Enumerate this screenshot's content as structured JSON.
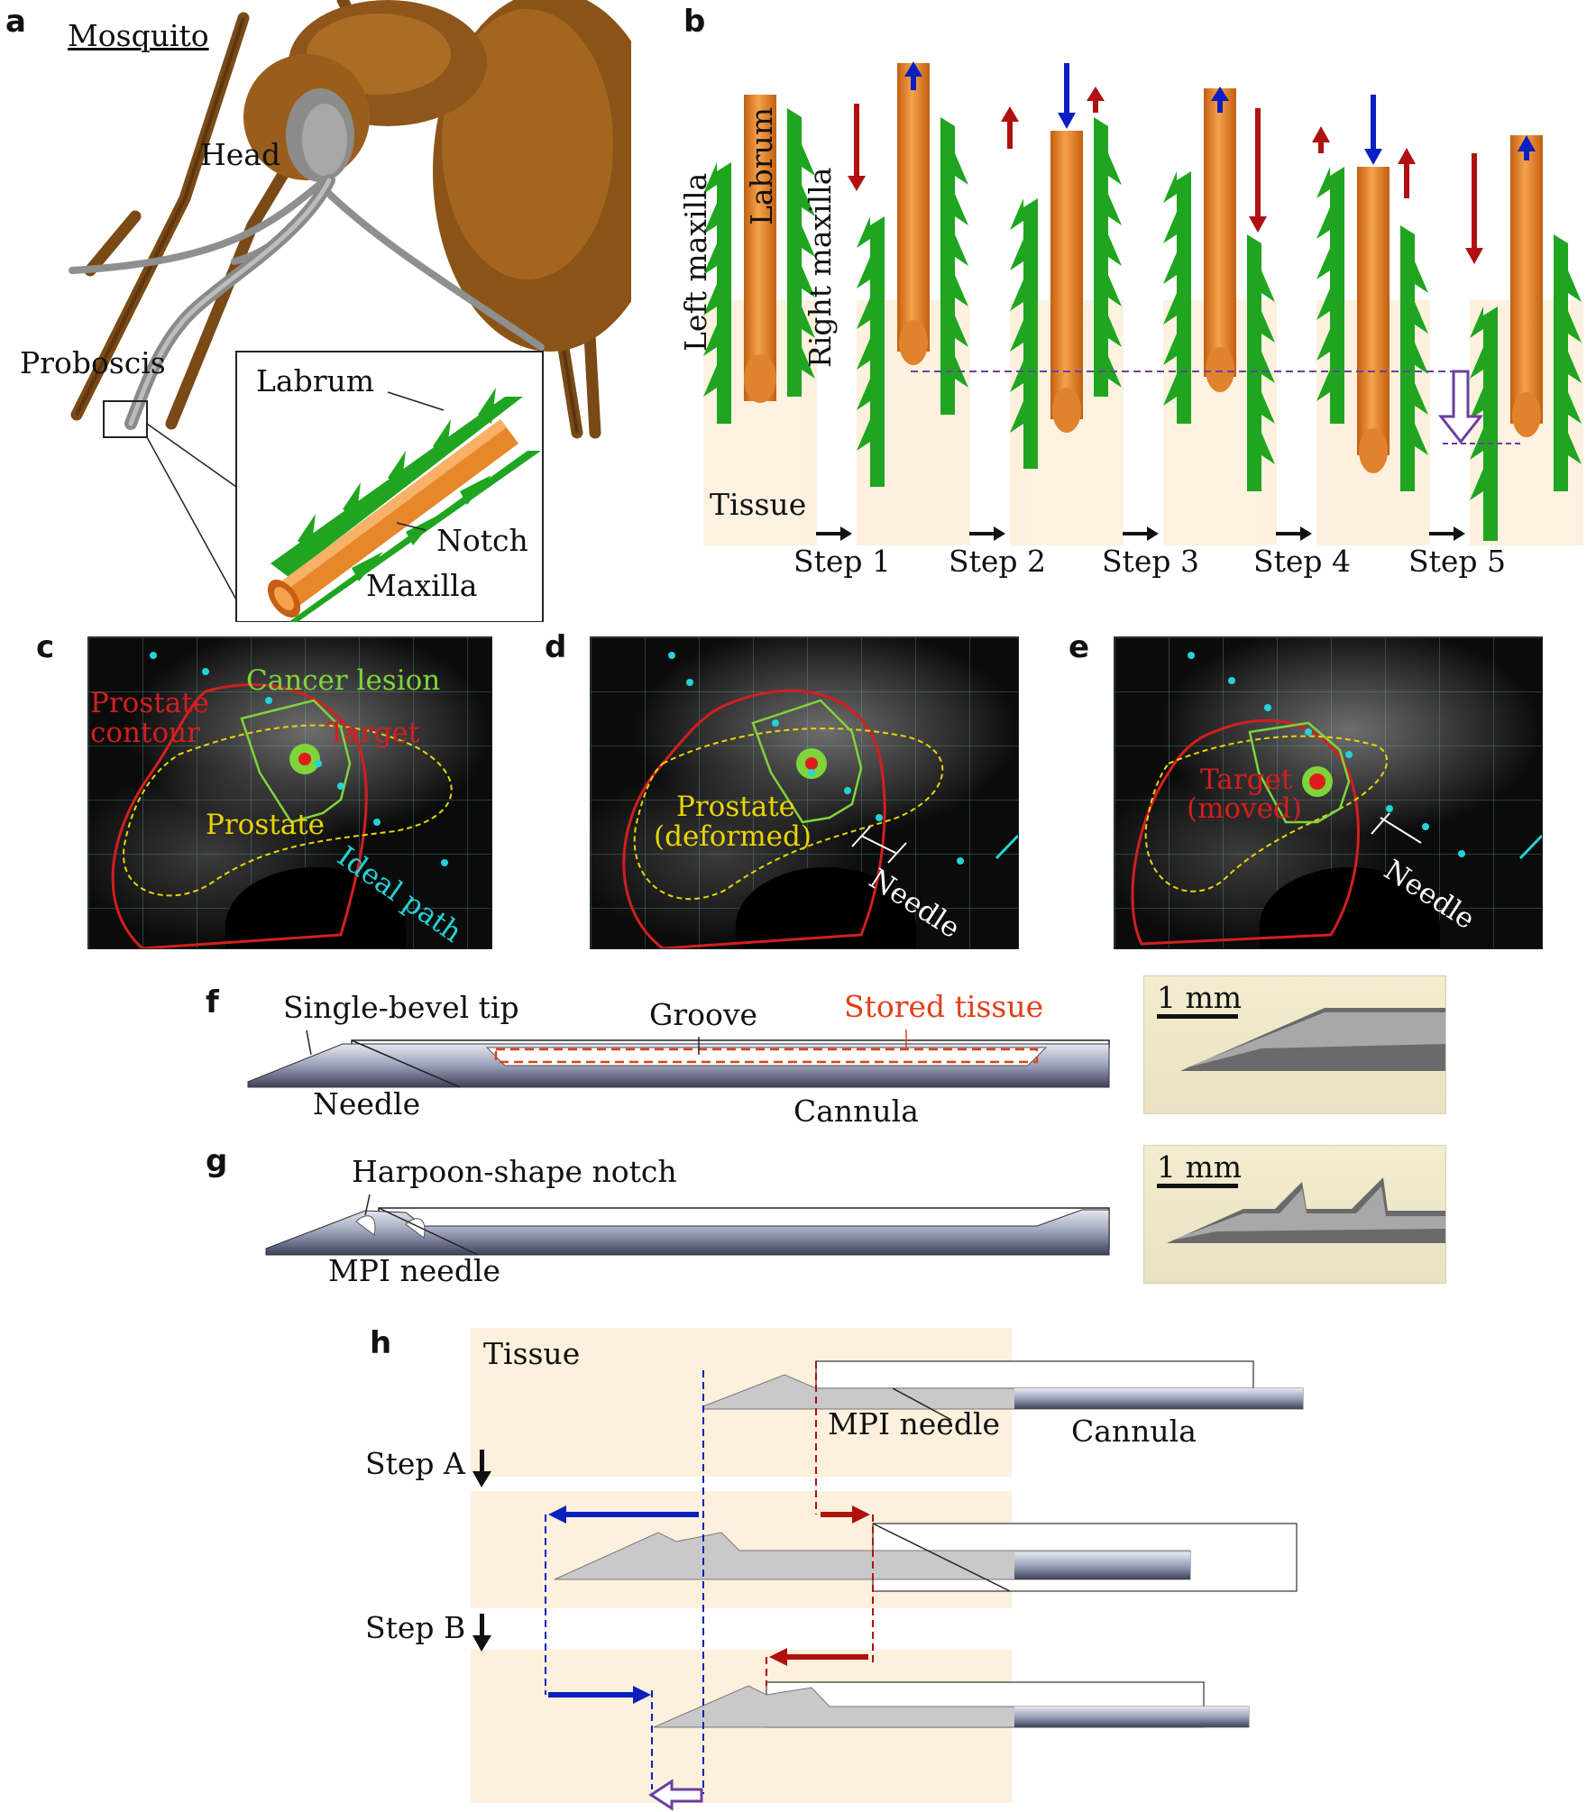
{
  "panels": {
    "a": {
      "label": "a",
      "title": "Mosquito",
      "head": "Head",
      "proboscis": "Proboscis",
      "labrum": "Labrum",
      "notch": "Notch",
      "maxilla": "Maxilla"
    },
    "b": {
      "label": "b",
      "left_maxilla": "Left maxilla",
      "labrum": "Labrum",
      "right_maxilla": "Right maxilla",
      "tissue": "Tissue",
      "steps": [
        "Step 1",
        "Step 2",
        "Step 3",
        "Step 4",
        "Step 5"
      ]
    },
    "c": {
      "label": "c",
      "prostate_contour_1": "Prostate",
      "prostate_contour_2": "contour",
      "cancer_lesion": "Cancer lesion",
      "target": "Target",
      "prostate": "Prostate",
      "ideal_path": "Ideal path"
    },
    "d": {
      "label": "d",
      "prostate_1": "Prostate",
      "prostate_2": "(deformed)",
      "needle": "Needle"
    },
    "e": {
      "label": "e",
      "target_1": "Target",
      "target_2": "(moved)",
      "needle": "Needle"
    },
    "f": {
      "label": "f",
      "single_bevel_tip": "Single-bevel tip",
      "groove": "Groove",
      "stored_tissue": "Stored tissue",
      "needle": "Needle",
      "cannula": "Cannula",
      "scale": "1 mm"
    },
    "g": {
      "label": "g",
      "harpoon_notch": "Harpoon-shape notch",
      "mpi_needle": "MPI needle",
      "scale": "1 mm"
    },
    "h": {
      "label": "h",
      "tissue": "Tissue",
      "mpi_needle": "MPI needle",
      "cannula": "Cannula",
      "step_a": "Step A",
      "step_b": "Step B"
    }
  },
  "colors": {
    "labrum": "#e8862a",
    "maxilla": "#1fa51f",
    "tissue": "#fdf0dc",
    "red_arrow": "#b01010",
    "blue_arrow": "#0a1fbf",
    "purple": "#6a3ea1",
    "prostate_contour": "#d21f1f",
    "lesion": "#7fd43a",
    "prostate_outline": "#e8d600",
    "ideal_path": "#24d3d8"
  }
}
